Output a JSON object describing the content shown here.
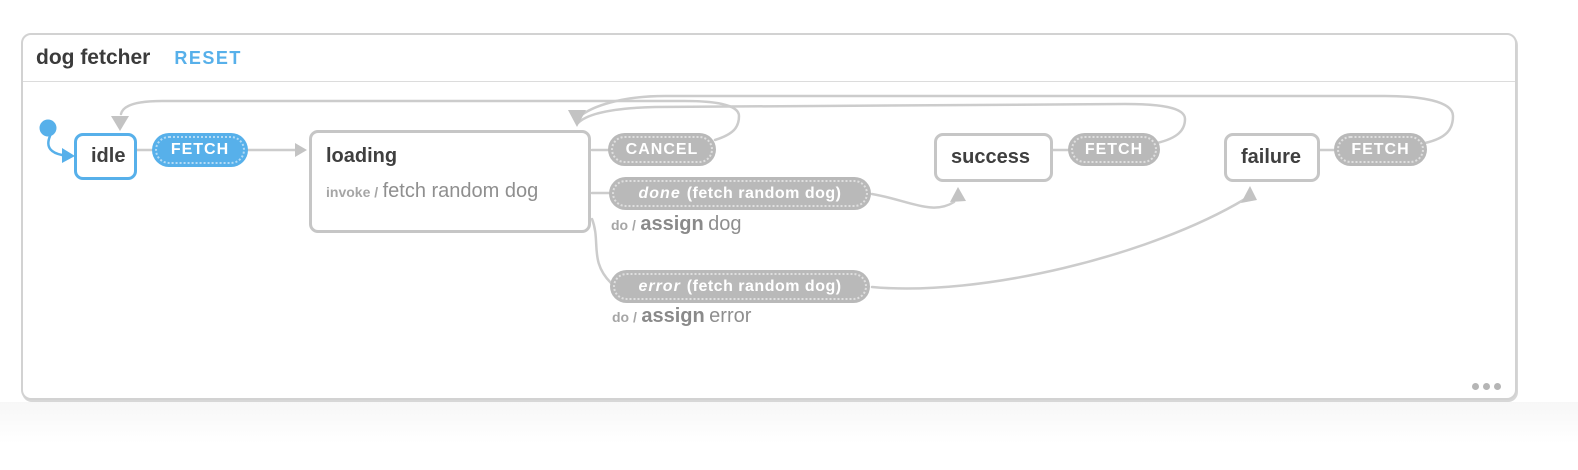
{
  "theme": {
    "accent_color": "#57b0ea",
    "gray_pill_color": "#b9b9b9",
    "edge_color": "#cccccc"
  },
  "panel": {
    "title": "dog fetcher",
    "reset_label": "RESET",
    "more_options_icon": "ellipsis"
  },
  "states": {
    "idle": {
      "label": "idle",
      "active": true
    },
    "loading": {
      "label": "loading",
      "invoke_keyword": "invoke /",
      "invoke_source": "fetch random dog"
    },
    "success": {
      "label": "success"
    },
    "failure": {
      "label": "failure"
    }
  },
  "events": {
    "fetch_from_idle": {
      "label": "FETCH",
      "enabled": true
    },
    "cancel": {
      "label": "CANCEL"
    },
    "done": {
      "name": "done",
      "source": "(fetch random dog)",
      "action_keyword": "do /",
      "action_verb": "assign",
      "action_arg": "dog"
    },
    "error": {
      "name": "error",
      "source": "(fetch random dog)",
      "action_keyword": "do /",
      "action_verb": "assign",
      "action_arg": "error"
    },
    "fetch_from_success": {
      "label": "FETCH"
    },
    "fetch_from_failure": {
      "label": "FETCH"
    }
  }
}
